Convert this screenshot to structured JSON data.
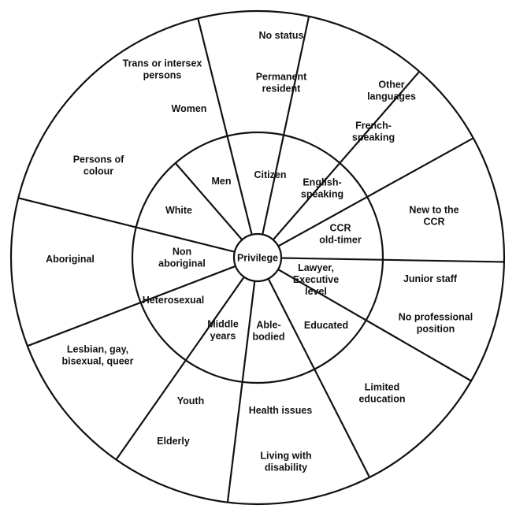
{
  "center": {
    "label": "Privilege"
  },
  "inner_ring": [
    {
      "key": "men",
      "lines": [
        "Men"
      ]
    },
    {
      "key": "citizen",
      "lines": [
        "Citizen"
      ]
    },
    {
      "key": "english_speaking",
      "lines": [
        "English-",
        "speaking"
      ]
    },
    {
      "key": "ccr_old_timer",
      "lines": [
        "CCR",
        "old-timer"
      ]
    },
    {
      "key": "lawyer_executive",
      "lines": [
        "Lawyer,",
        "Executive",
        "level"
      ]
    },
    {
      "key": "educated",
      "lines": [
        "Educated"
      ]
    },
    {
      "key": "able_bodied",
      "lines": [
        "Able-",
        "bodied"
      ]
    },
    {
      "key": "middle_years",
      "lines": [
        "Middle",
        "years"
      ]
    },
    {
      "key": "heterosexual",
      "lines": [
        "Heterosexual"
      ]
    },
    {
      "key": "non_aboriginal",
      "lines": [
        "Non",
        "aboriginal"
      ]
    },
    {
      "key": "white",
      "lines": [
        "White"
      ]
    }
  ],
  "outer_ring": [
    {
      "key": "trans_intersex",
      "lines": [
        "Trans or intersex",
        "persons"
      ]
    },
    {
      "key": "women",
      "lines": [
        "Women"
      ]
    },
    {
      "key": "no_status",
      "lines": [
        "No status"
      ]
    },
    {
      "key": "permanent_resident",
      "lines": [
        "Permanent",
        "resident"
      ]
    },
    {
      "key": "other_languages",
      "lines": [
        "Other",
        "languages"
      ]
    },
    {
      "key": "french_speaking",
      "lines": [
        "French-",
        "speaking"
      ]
    },
    {
      "key": "new_to_ccr",
      "lines": [
        "New to the",
        "CCR"
      ]
    },
    {
      "key": "junior_staff",
      "lines": [
        "Junior staff"
      ]
    },
    {
      "key": "no_professional_position",
      "lines": [
        "No professional",
        "position"
      ]
    },
    {
      "key": "limited_education",
      "lines": [
        "Limited",
        "education"
      ]
    },
    {
      "key": "health_issues",
      "lines": [
        "Health issues"
      ]
    },
    {
      "key": "living_with_disability",
      "lines": [
        "Living with",
        "disability"
      ]
    },
    {
      "key": "youth",
      "lines": [
        "Youth"
      ]
    },
    {
      "key": "elderly",
      "lines": [
        "Elderly"
      ]
    },
    {
      "key": "lgbq",
      "lines": [
        "Lesbian, gay,",
        "bisexual, queer"
      ]
    },
    {
      "key": "aboriginal",
      "lines": [
        "Aboriginal"
      ]
    },
    {
      "key": "persons_of_colour",
      "lines": [
        "Persons of",
        "colour"
      ]
    }
  ]
}
